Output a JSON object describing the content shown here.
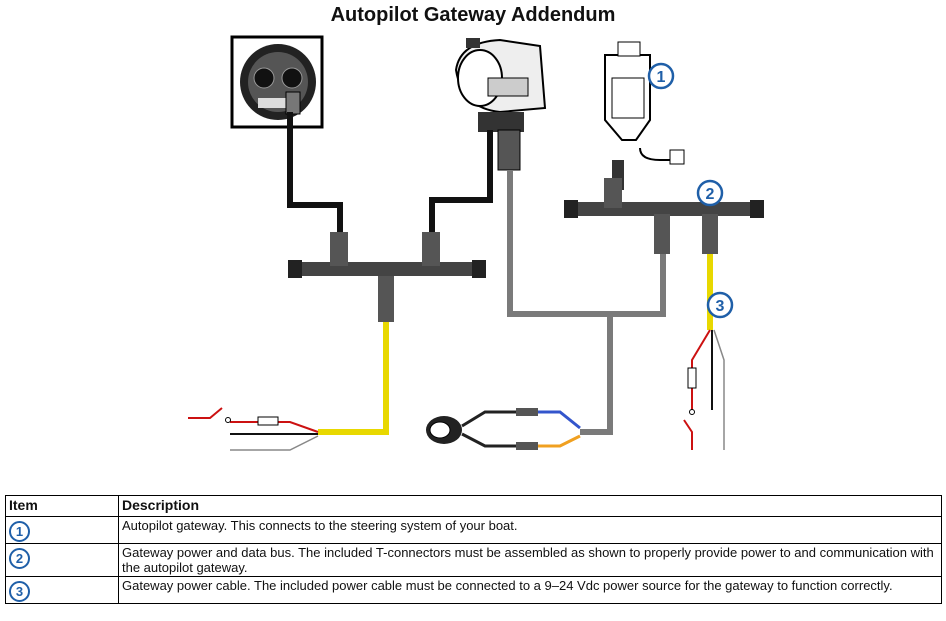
{
  "title": "Autopilot Gateway Addendum",
  "callouts": [
    "1",
    "2",
    "3"
  ],
  "table": {
    "headers": [
      "Item",
      "Description"
    ],
    "rows": [
      {
        "item": "1",
        "description": "Autopilot gateway. This connects to the steering system of your boat."
      },
      {
        "item": "2",
        "description": "Gateway power and data bus. The included T-connectors must be assembled as shown to properly provide power to and communication with the autopilot gateway."
      },
      {
        "item": "3",
        "description": "Gateway power cable. The included power cable must be connected to a 9–24 Vdc power source for the gateway to function correctly."
      }
    ]
  },
  "colors": {
    "callout": "#1f5fa8",
    "power_cable": "#e8d800",
    "data_cable": "#7a7a7a",
    "red_wire": "#cc1111",
    "blue_wire": "#3355cc",
    "orange_wire": "#f0a020"
  }
}
